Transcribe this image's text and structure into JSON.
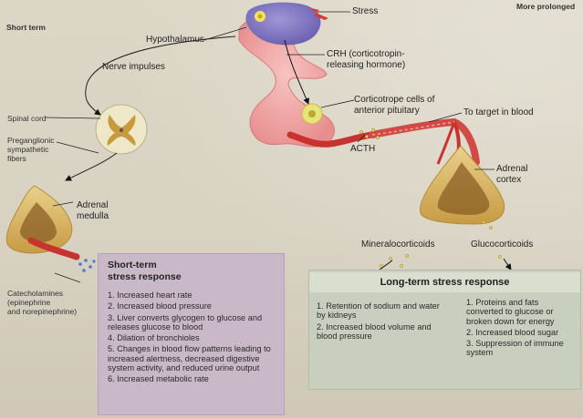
{
  "headers": {
    "short_term": "Short term",
    "more_prolonged": "More prolonged"
  },
  "labels": {
    "stress": "Stress",
    "hypothalamus": "Hypothalamus",
    "nerve_impulses": "Nerve impulses",
    "crh_line1": "CRH (corticotropin-",
    "crh_line2": "releasing hormone)",
    "corticotrope_line1": "Corticotrope cells of",
    "corticotrope_line2": "anterior pituitary",
    "to_target": "To target in blood",
    "spinal_cord": "Spinal cord",
    "preganglionic_line1": "Preganglionic",
    "preganglionic_line2": "sympathetic",
    "preganglionic_line3": "fibers",
    "acth": "ACTH",
    "adrenal_cortex_line1": "Adrenal",
    "adrenal_cortex_line2": "cortex",
    "adrenal_medulla_line1": "Adrenal",
    "adrenal_medulla_line2": "medulla",
    "mineralocorticoids": "Mineralocorticoids",
    "glucocorticoids": "Glucocorticoids",
    "catecholamines_line1": "Catecholamines",
    "catecholamines_line2": "(epinephrine",
    "catecholamines_line3": "and norepinephrine)"
  },
  "short_term_box": {
    "title_line1": "Short-term",
    "title_line2": "stress response",
    "items": [
      "1. Increased heart rate",
      "2. Increased blood pressure",
      "3. Liver converts glycogen to glucose and releases glucose to blood",
      "4. Dilation of bronchioles",
      "5. Changes in blood flow patterns leading to increased alertness, decreased digestive system activity, and reduced urine output",
      "6. Increased metabolic rate"
    ]
  },
  "long_term_box": {
    "title": "Long-term stress response",
    "left_items": [
      "1. Retention of sodium and water by kidneys",
      "2. Increased blood volume and blood pressure"
    ],
    "right_items": [
      "1. Proteins and fats converted to glucose or broken down for energy",
      "2. Increased blood sugar",
      "3. Suppression of immune system"
    ]
  },
  "colors": {
    "short_box": "#c9b9c8",
    "long_box": "#c9cfbf",
    "pituitary": "#f0a7a8",
    "hypothalamus": "#8a7fc6",
    "blood_vessel": "#c8322f",
    "adrenal": "#d9b468"
  }
}
